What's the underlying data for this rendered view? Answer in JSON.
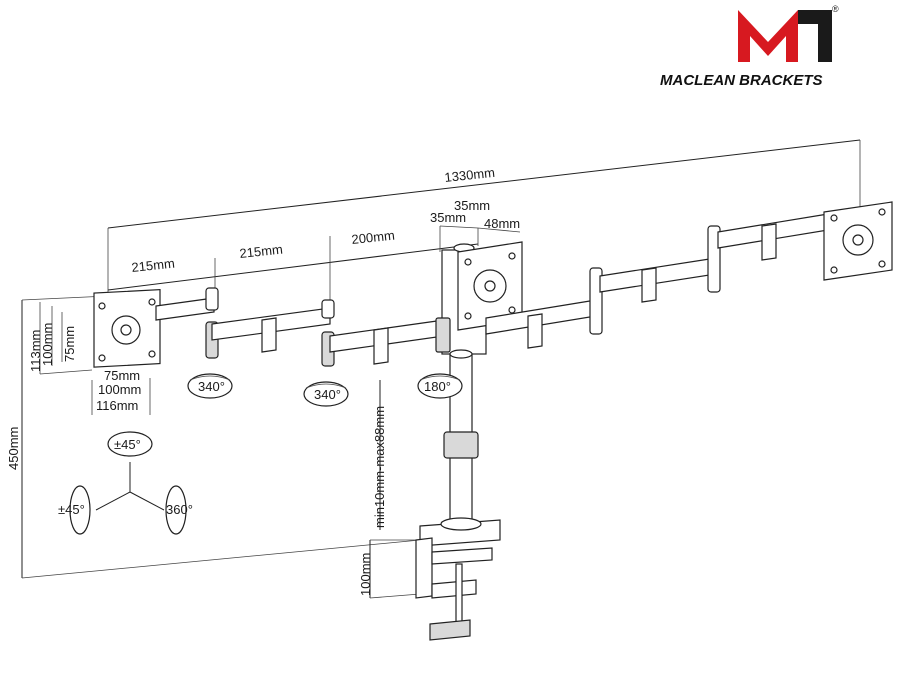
{
  "brand": {
    "name": "MACLEAN BRACKETS",
    "registered": "®",
    "logo_color": "#d71920"
  },
  "dimensions": {
    "total_width": "1330mm",
    "arm_seg_1": "215mm",
    "arm_seg_2": "215mm",
    "arm_seg_3": "200mm",
    "center_offset": "35mm",
    "center_offset_2": "35mm",
    "center_depth": "48mm",
    "vesa_h_113": "113mm",
    "vesa_h_100": "100mm",
    "vesa_h_75": "75mm",
    "vesa_w_75": "75mm",
    "vesa_w_100": "100mm",
    "vesa_w_116": "116mm",
    "height_450": "450mm",
    "clamp_range": "min10mm-max88mm",
    "clamp_depth": "100mm"
  },
  "rotations": {
    "joint_1": "340°",
    "joint_2": "340°",
    "pole": "180°",
    "tilt": "±45°",
    "swivel": "±45°",
    "rotate": "360°"
  }
}
